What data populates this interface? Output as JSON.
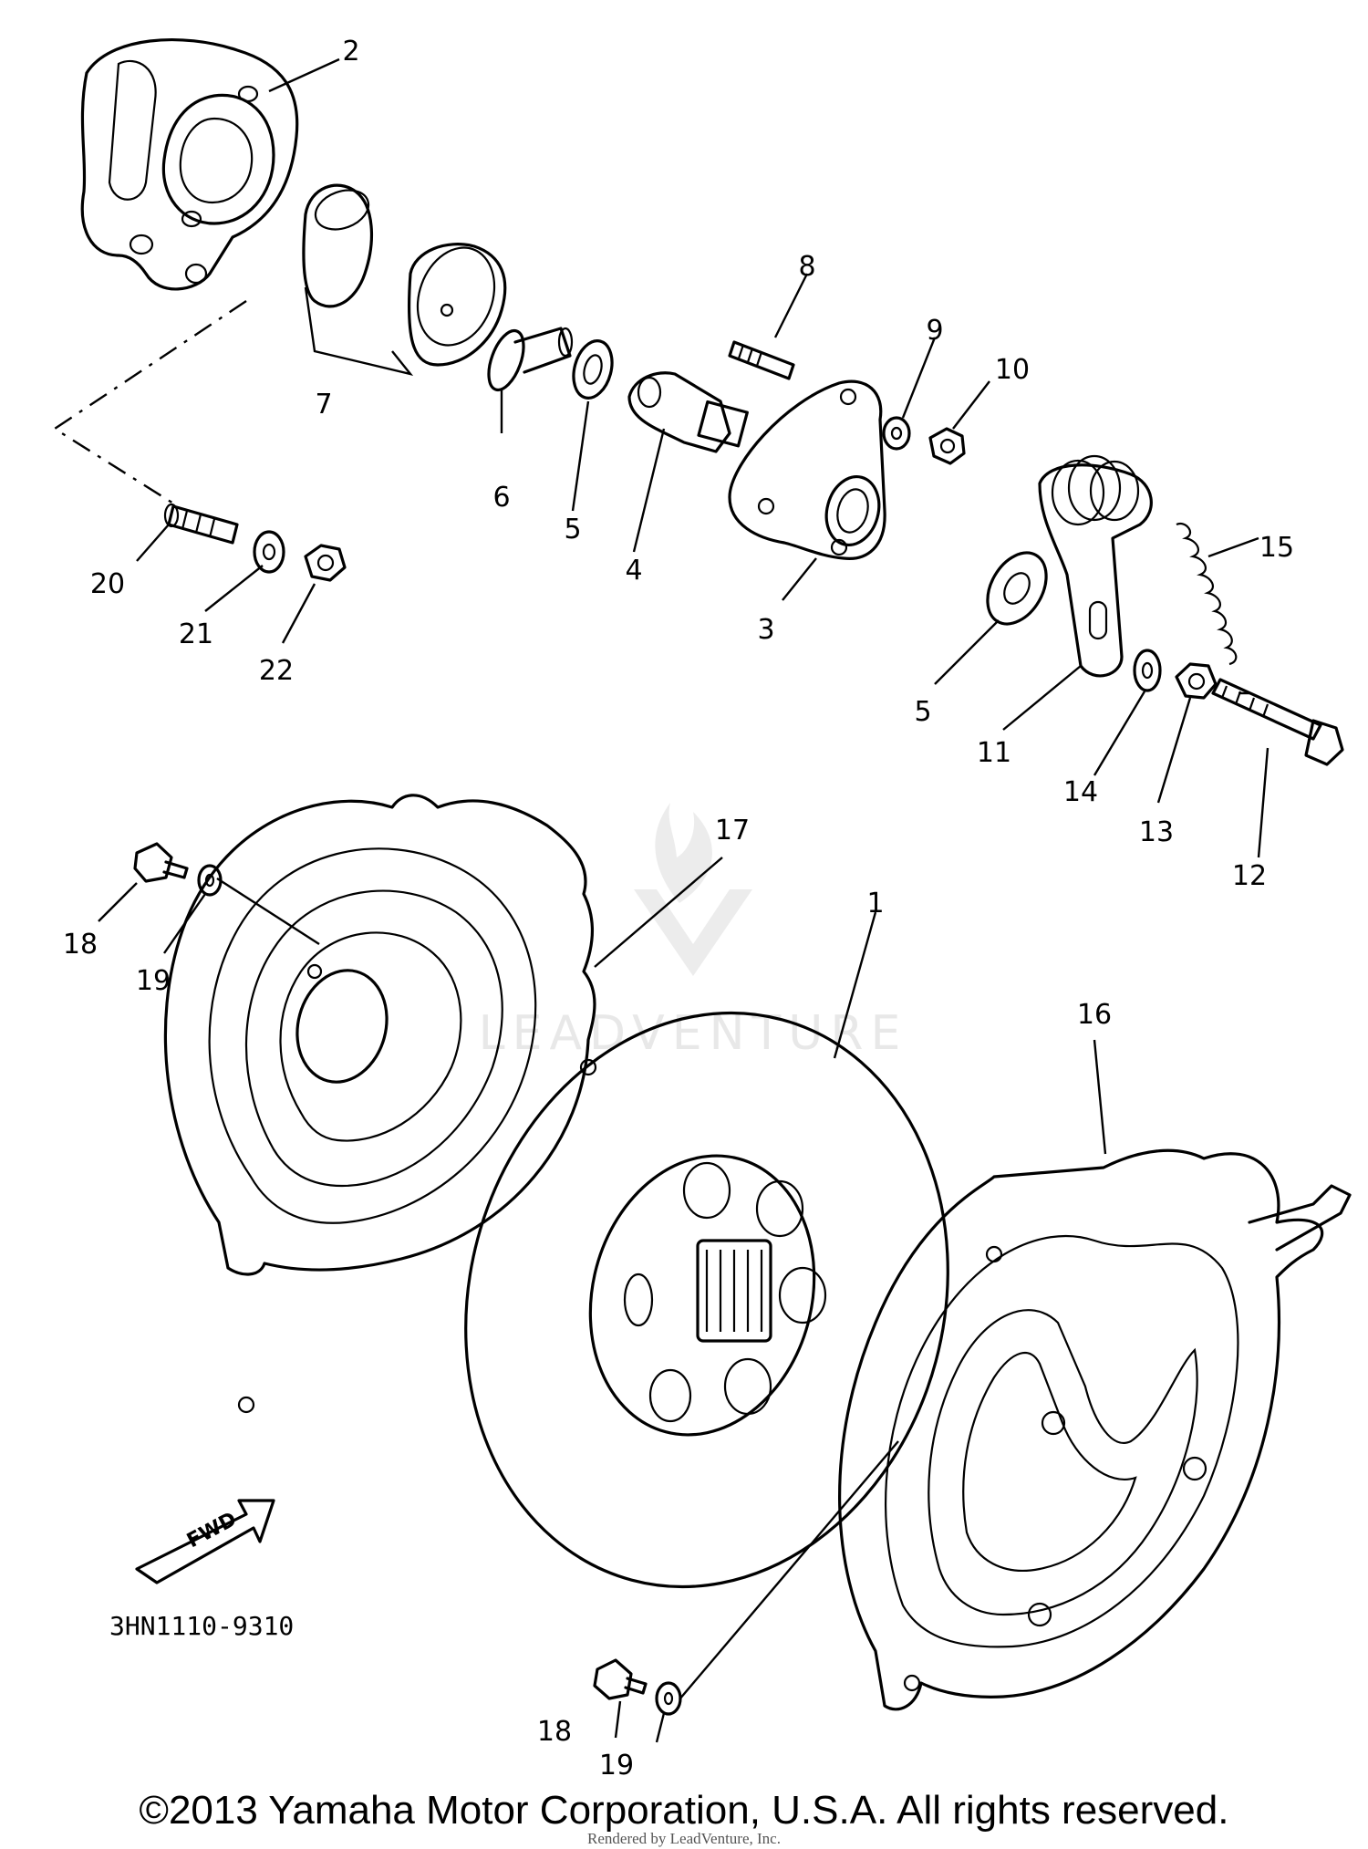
{
  "diagram_code": "3HN1110-9310",
  "watermark": "LEADVENTURE",
  "fwd_label": "FWD",
  "copyright": "©2013 Yamaha Motor Corporation, U.S.A. All rights reserved.",
  "rendered_by": "Rendered by LeadVenture, Inc.",
  "callouts": [
    "1",
    "2",
    "3",
    "4",
    "5",
    "5",
    "6",
    "7",
    "8",
    "9",
    "10",
    "11",
    "12",
    "13",
    "14",
    "15",
    "16",
    "17",
    "18",
    "18",
    "19",
    "19",
    "20",
    "21",
    "22"
  ]
}
